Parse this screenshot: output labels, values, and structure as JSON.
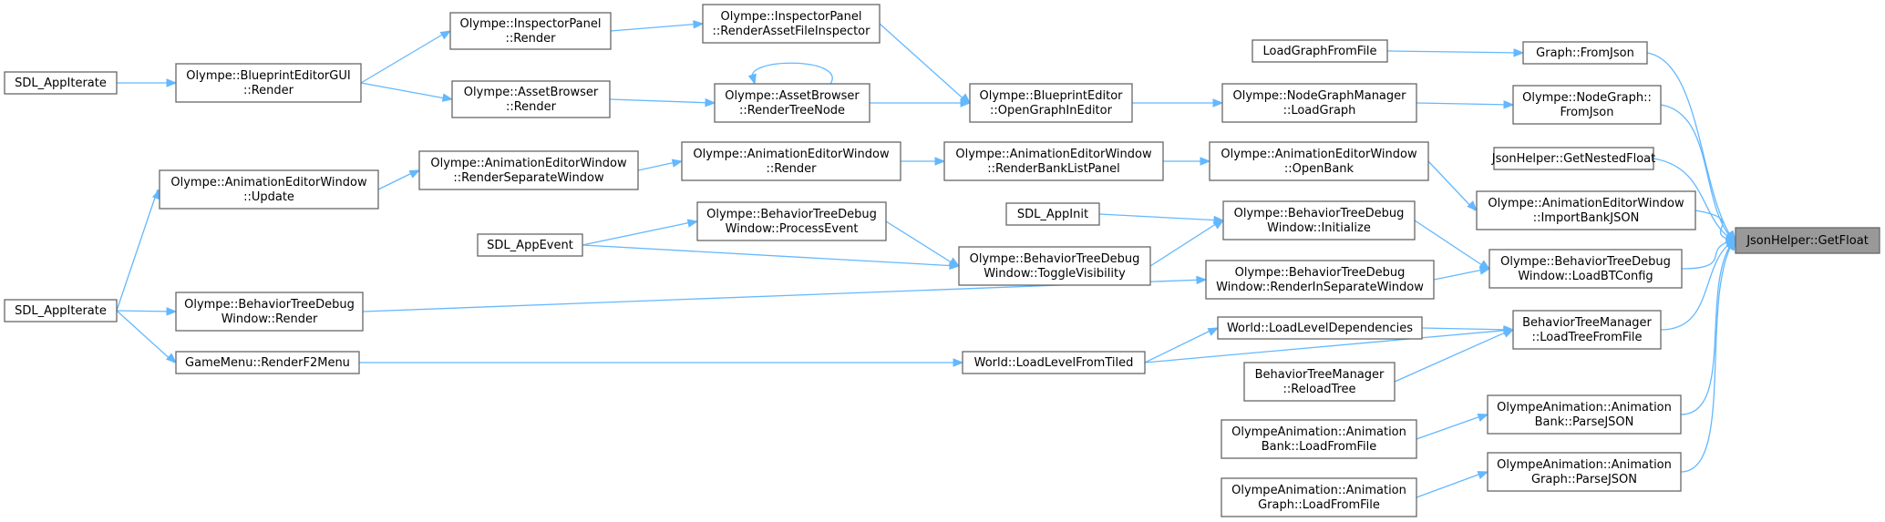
{
  "diagram": {
    "type": "call-graph",
    "focus_node": "jsonhelper_getfloat",
    "colors": {
      "edge": "#63b8ff",
      "node_border": "#666666",
      "focus_fill": "#999999",
      "node_fill": "#ffffff"
    },
    "nodes": [
      {
        "id": "jsonhelper_getfloat",
        "lines": [
          "JsonHelper::GetFloat"
        ]
      },
      {
        "id": "graph_fromjson",
        "lines": [
          "Graph::FromJson"
        ]
      },
      {
        "id": "loadgraphfromfile",
        "lines": [
          "LoadGraphFromFile"
        ]
      },
      {
        "id": "nodegraph_fromjson",
        "lines": [
          "Olympe::NodeGraph::",
          "FromJson"
        ]
      },
      {
        "id": "nodegraphmanager_loadgraph",
        "lines": [
          "Olympe::NodeGraphManager",
          "::LoadGraph"
        ]
      },
      {
        "id": "blueprinteditor_opengraph",
        "lines": [
          "Olympe::BlueprintEditor",
          "::OpenGraphInEditor"
        ]
      },
      {
        "id": "inspectorpanel_renderasset",
        "lines": [
          "Olympe::InspectorPanel",
          "::RenderAssetFileInspector"
        ]
      },
      {
        "id": "inspectorpanel_render",
        "lines": [
          "Olympe::InspectorPanel",
          "::Render"
        ]
      },
      {
        "id": "blueprinteditorgui_render",
        "lines": [
          "Olympe::BlueprintEditorGUI",
          "::Render"
        ]
      },
      {
        "id": "sdl_appiterate_top",
        "lines": [
          "SDL_AppIterate"
        ]
      },
      {
        "id": "assetbrowser_rendertreenode",
        "lines": [
          "Olympe::AssetBrowser",
          "::RenderTreeNode"
        ]
      },
      {
        "id": "assetbrowser_render",
        "lines": [
          "Olympe::AssetBrowser",
          "::Render"
        ]
      },
      {
        "id": "jsonhelper_getnestedfloat",
        "lines": [
          "JsonHelper::GetNestedFloat"
        ]
      },
      {
        "id": "animeditor_importbankjson",
        "lines": [
          "Olympe::AnimationEditorWindow",
          "::ImportBankJSON"
        ]
      },
      {
        "id": "animeditor_openbank",
        "lines": [
          "Olympe::AnimationEditorWindow",
          "::OpenBank"
        ]
      },
      {
        "id": "animeditor_renderbanklistpanel",
        "lines": [
          "Olympe::AnimationEditorWindow",
          "::RenderBankListPanel"
        ]
      },
      {
        "id": "animeditor_render",
        "lines": [
          "Olympe::AnimationEditorWindow",
          "::Render"
        ]
      },
      {
        "id": "animeditor_renderseparatewindow",
        "lines": [
          "Olympe::AnimationEditorWindow",
          "::RenderSeparateWindow"
        ]
      },
      {
        "id": "animeditor_update",
        "lines": [
          "Olympe::AnimationEditorWindow",
          "::Update"
        ]
      },
      {
        "id": "sdl_appiterate_bottom",
        "lines": [
          "SDL_AppIterate"
        ]
      },
      {
        "id": "btdebug_loadbtconfig",
        "lines": [
          "Olympe::BehaviorTreeDebug",
          "Window::LoadBTConfig"
        ]
      },
      {
        "id": "btdebug_initialize",
        "lines": [
          "Olympe::BehaviorTreeDebug",
          "Window::Initialize"
        ]
      },
      {
        "id": "sdl_appinit",
        "lines": [
          "SDL_AppInit"
        ]
      },
      {
        "id": "btdebug_togglevisibility",
        "lines": [
          "Olympe::BehaviorTreeDebug",
          "Window::ToggleVisibility"
        ]
      },
      {
        "id": "btdebug_processevent",
        "lines": [
          "Olympe::BehaviorTreeDebug",
          "Window::ProcessEvent"
        ]
      },
      {
        "id": "sdl_appevent",
        "lines": [
          "SDL_AppEvent"
        ]
      },
      {
        "id": "btdebug_renderinseparatewindow",
        "lines": [
          "Olympe::BehaviorTreeDebug",
          "Window::RenderInSeparateWindow"
        ]
      },
      {
        "id": "btdebug_render",
        "lines": [
          "Olympe::BehaviorTreeDebug",
          "Window::Render"
        ]
      },
      {
        "id": "btmanager_loadtreefromfile",
        "lines": [
          "BehaviorTreeManager",
          "::LoadTreeFromFile"
        ]
      },
      {
        "id": "world_loadleveldependencies",
        "lines": [
          "World::LoadLevelDependencies"
        ]
      },
      {
        "id": "world_loadlevelfromtiled",
        "lines": [
          "World::LoadLevelFromTiled"
        ]
      },
      {
        "id": "gamemenu_renderf2menu",
        "lines": [
          "GameMenu::RenderF2Menu"
        ]
      },
      {
        "id": "btmanager_reloadtree",
        "lines": [
          "BehaviorTreeManager",
          "::ReloadTree"
        ]
      },
      {
        "id": "animbank_parsejson",
        "lines": [
          "OlympeAnimation::Animation",
          "Bank::ParseJSON"
        ]
      },
      {
        "id": "animbank_loadfromfile",
        "lines": [
          "OlympeAnimation::Animation",
          "Bank::LoadFromFile"
        ]
      },
      {
        "id": "animgraph_parsejson",
        "lines": [
          "OlympeAnimation::Animation",
          "Graph::ParseJSON"
        ]
      },
      {
        "id": "animgraph_loadfromfile",
        "lines": [
          "OlympeAnimation::Animation",
          "Graph::LoadFromFile"
        ]
      }
    ],
    "edges": [
      {
        "from": "graph_fromjson",
        "to": "jsonhelper_getfloat"
      },
      {
        "from": "nodegraph_fromjson",
        "to": "jsonhelper_getfloat"
      },
      {
        "from": "jsonhelper_getnestedfloat",
        "to": "jsonhelper_getfloat"
      },
      {
        "from": "animeditor_importbankjson",
        "to": "jsonhelper_getfloat"
      },
      {
        "from": "btdebug_loadbtconfig",
        "to": "jsonhelper_getfloat"
      },
      {
        "from": "btmanager_loadtreefromfile",
        "to": "jsonhelper_getfloat"
      },
      {
        "from": "animbank_parsejson",
        "to": "jsonhelper_getfloat"
      },
      {
        "from": "animgraph_parsejson",
        "to": "jsonhelper_getfloat"
      },
      {
        "from": "loadgraphfromfile",
        "to": "graph_fromjson"
      },
      {
        "from": "nodegraphmanager_loadgraph",
        "to": "nodegraph_fromjson"
      },
      {
        "from": "blueprinteditor_opengraph",
        "to": "nodegraphmanager_loadgraph"
      },
      {
        "from": "inspectorpanel_renderasset",
        "to": "blueprinteditor_opengraph"
      },
      {
        "from": "assetbrowser_rendertreenode",
        "to": "blueprinteditor_opengraph"
      },
      {
        "from": "inspectorpanel_render",
        "to": "inspectorpanel_renderasset"
      },
      {
        "from": "blueprinteditorgui_render",
        "to": "inspectorpanel_render"
      },
      {
        "from": "sdl_appiterate_top",
        "to": "blueprinteditorgui_render"
      },
      {
        "from": "assetbrowser_rendertreenode",
        "to": "assetbrowser_rendertreenode",
        "self": true
      },
      {
        "from": "assetbrowser_render",
        "to": "assetbrowser_rendertreenode"
      },
      {
        "from": "blueprinteditorgui_render",
        "to": "assetbrowser_render"
      },
      {
        "from": "animeditor_openbank",
        "to": "animeditor_importbankjson"
      },
      {
        "from": "animeditor_renderbanklistpanel",
        "to": "animeditor_openbank"
      },
      {
        "from": "animeditor_render",
        "to": "animeditor_renderbanklistpanel"
      },
      {
        "from": "animeditor_renderseparatewindow",
        "to": "animeditor_render"
      },
      {
        "from": "animeditor_update",
        "to": "animeditor_renderseparatewindow"
      },
      {
        "from": "sdl_appiterate_bottom",
        "to": "animeditor_update"
      },
      {
        "from": "btdebug_initialize",
        "to": "btdebug_loadbtconfig"
      },
      {
        "from": "btdebug_renderinseparatewindow",
        "to": "btdebug_loadbtconfig"
      },
      {
        "from": "sdl_appinit",
        "to": "btdebug_initialize"
      },
      {
        "from": "btdebug_togglevisibility",
        "to": "btdebug_initialize"
      },
      {
        "from": "btdebug_processevent",
        "to": "btdebug_togglevisibility"
      },
      {
        "from": "sdl_appevent",
        "to": "btdebug_togglevisibility"
      },
      {
        "from": "sdl_appevent",
        "to": "btdebug_processevent"
      },
      {
        "from": "btdebug_render",
        "to": "btdebug_renderinseparatewindow"
      },
      {
        "from": "sdl_appiterate_bottom",
        "to": "btdebug_render"
      },
      {
        "from": "world_loadleveldependencies",
        "to": "btmanager_loadtreefromfile"
      },
      {
        "from": "btmanager_reloadtree",
        "to": "btmanager_loadtreefromfile"
      },
      {
        "from": "world_loadlevelfromtiled",
        "to": "btmanager_loadtreefromfile"
      },
      {
        "from": "world_loadlevelfromtiled",
        "to": "world_loadleveldependencies"
      },
      {
        "from": "gamemenu_renderf2menu",
        "to": "world_loadlevelfromtiled"
      },
      {
        "from": "sdl_appiterate_bottom",
        "to": "gamemenu_renderf2menu"
      },
      {
        "from": "animbank_loadfromfile",
        "to": "animbank_parsejson"
      },
      {
        "from": "animgraph_loadfromfile",
        "to": "animgraph_parsejson"
      }
    ]
  }
}
